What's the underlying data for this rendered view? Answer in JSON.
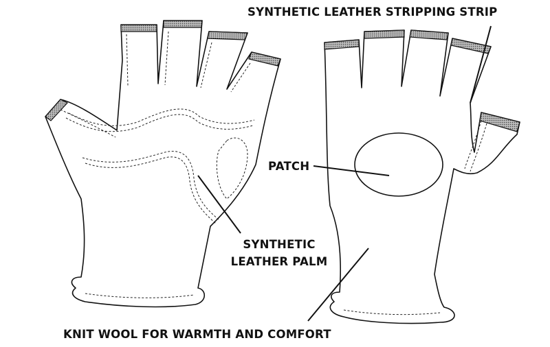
{
  "labels": {
    "stripping_strip": "SYNTHETIC LEATHER STRIPPING STRIP",
    "patch": "PATCH",
    "palm_line1": "SYNTHETIC",
    "palm_line2": "LEATHER PALM",
    "knit_wool": "KNIT WOOL FOR WARMTH AND COMFORT"
  }
}
